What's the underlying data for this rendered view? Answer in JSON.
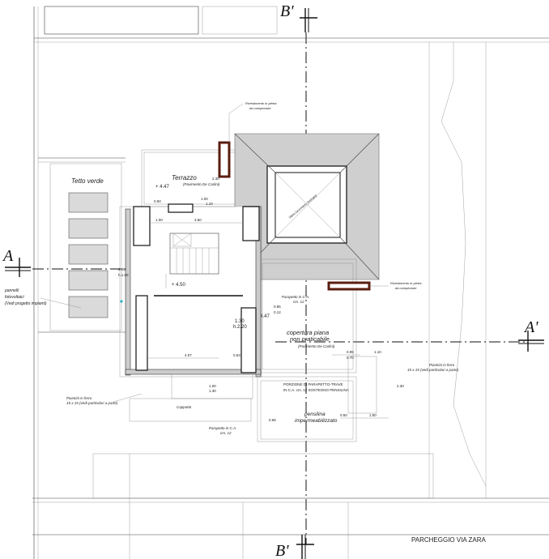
{
  "sections": {
    "b_top": "B'",
    "b_bottom": "B'",
    "a_left": "A",
    "a_right": "A'"
  },
  "labels": {
    "tetto_verde": "Tetto verde",
    "terrazzo": "Terrazzo",
    "terrazzo_sub": "(Pavimento De Carlini)",
    "copertura_1": "copertura piana",
    "copertura_2": "non praticabile",
    "copertura_sub": "(Pavimento De Carlini)",
    "pensilina_1": "pensilina",
    "pensilina_2": "impermeabilizzato",
    "pannelli_1": "pannelli",
    "pannelli_2": "fotovoltaici",
    "pannelli_3": "(Vedi progetto impianti)",
    "porzione_1": "PORZIONE DI PARAPETTO-TRAVE",
    "porzione_2": "IN C.A. cm. 12 SOSTEGNO PENSILINA",
    "rivestimento_a_1": "Rivestimento in pietra",
    "rivestimento_a_2": "da campionare",
    "rivestimento_b_1": "Rivestimento in pietra",
    "rivestimento_b_2": "da campionare",
    "piastrini_l_1": "Piastrini in ferro",
    "piastrini_l_2": "15 x 15 (vedi particolari a parte)",
    "piastrini_r_1": "Piastrini in ferro",
    "piastrini_r_2": "15 x 15 (vedi particolari a parte)",
    "parapetto_1": "Parapetto in C.A.",
    "parapetto_2": "cm. 12",
    "parapetto_top_1": "Parapetto in C.A.",
    "parapetto_top_2": "cm. 12",
    "cappotto": "Cappotto",
    "lucernario": "Vano lucernario (vetrato)",
    "parcheggio": "PARCHEGGIO VIA ZARA"
  },
  "levels": {
    "l447_top": "+ 4.47",
    "l450": "+ 4.50",
    "l447_mid": "+ 4.47"
  },
  "dims": {
    "d100_a": "1.00",
    "d360": "3.60",
    "d100_b": "1.00",
    "d110": "1.10",
    "d050": "0.50",
    "d230": "2.30",
    "d205": "2.05",
    "d100_c": "h.1.00",
    "d407": "4.07",
    "d063": "0.63",
    "d130": "1.30",
    "d220": "h.2.20",
    "d095": "0.95",
    "d070_a": "0.70",
    "d110_b": "1.10",
    "d230_b": "2.30",
    "d050_b": "0.50",
    "d150": "1.50",
    "d065": "0.65",
    "d085": "0.85",
    "d012": "0.12",
    "d100_d": "1.00",
    "d130_b": "1.30"
  }
}
